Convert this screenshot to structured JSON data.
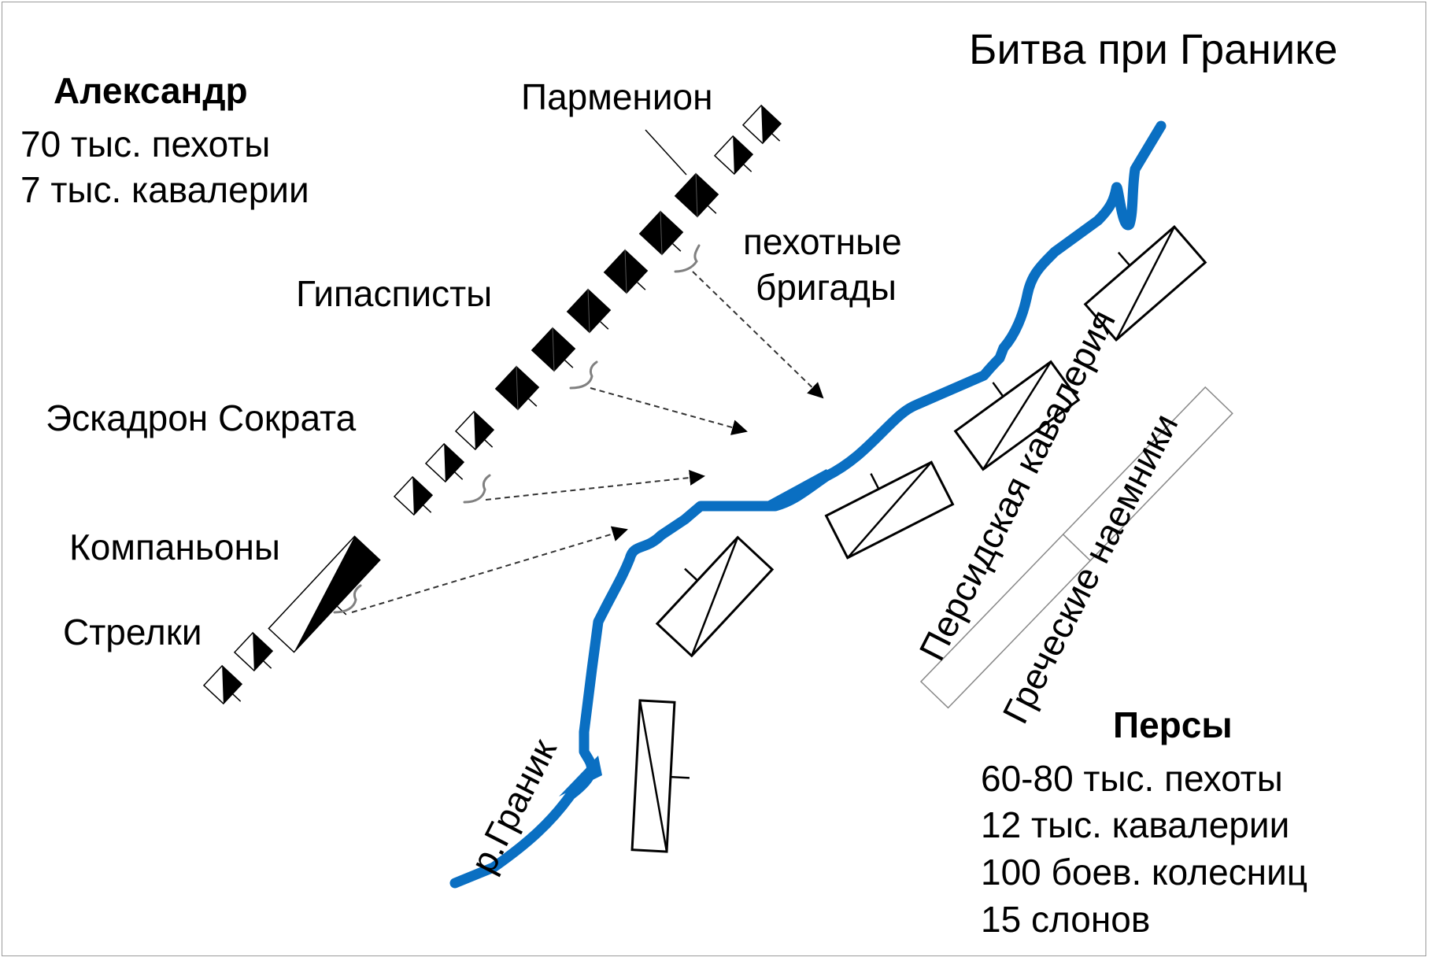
{
  "title": "Битва при Гранике",
  "alexander": {
    "name": "Александр",
    "infantry": "70 тыс. пехоты",
    "cavalry": "7 тыс. кавалерии"
  },
  "persians": {
    "name": "Персы",
    "infantry": "60-80 тыс. пехоты",
    "cavalry": "12 тыс. кавалерии",
    "chariots": "100 боев. колесниц",
    "elephants": "15 слонов"
  },
  "labels": {
    "parmenion": "Парменион",
    "hypaspists": "Гипасписты",
    "infantry_brigades_1": "пехотные",
    "infantry_brigades_2": "бригады",
    "socrates_squadron": "Эскадрон Сократа",
    "companions": "Компаньоны",
    "archers": "Стрелки",
    "persian_cavalry": "Персидская кавалерия",
    "greek_mercenaries": "Греческие наемники",
    "river": "р.Граник"
  },
  "colors": {
    "river": "#0a6fc2",
    "unit_fill": "#000000",
    "arrow": "#333333",
    "squiggle": "#808080"
  }
}
